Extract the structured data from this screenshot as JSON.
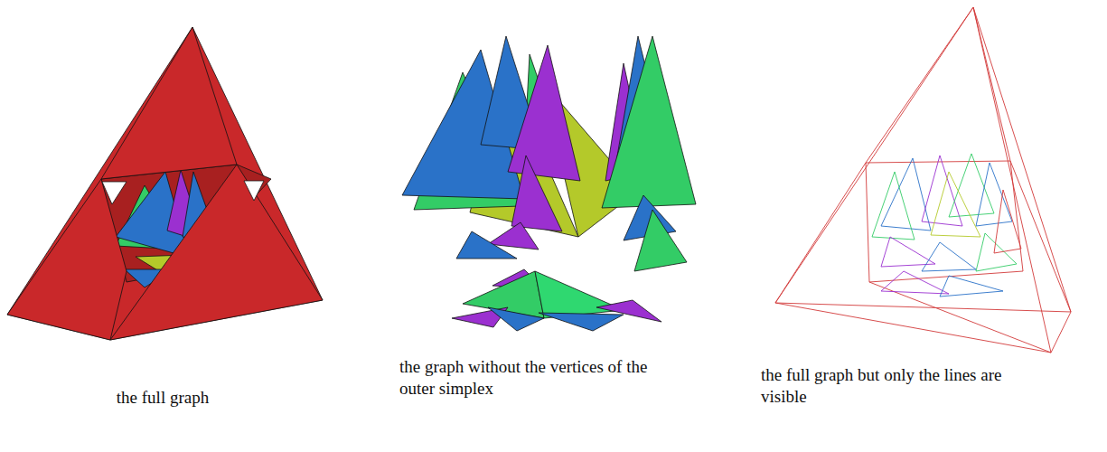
{
  "diagram": {
    "labels": [
      "the full graph",
      "the graph without the vertices of the outer simplex",
      "the full graph but only the lines are visible"
    ]
  }
}
